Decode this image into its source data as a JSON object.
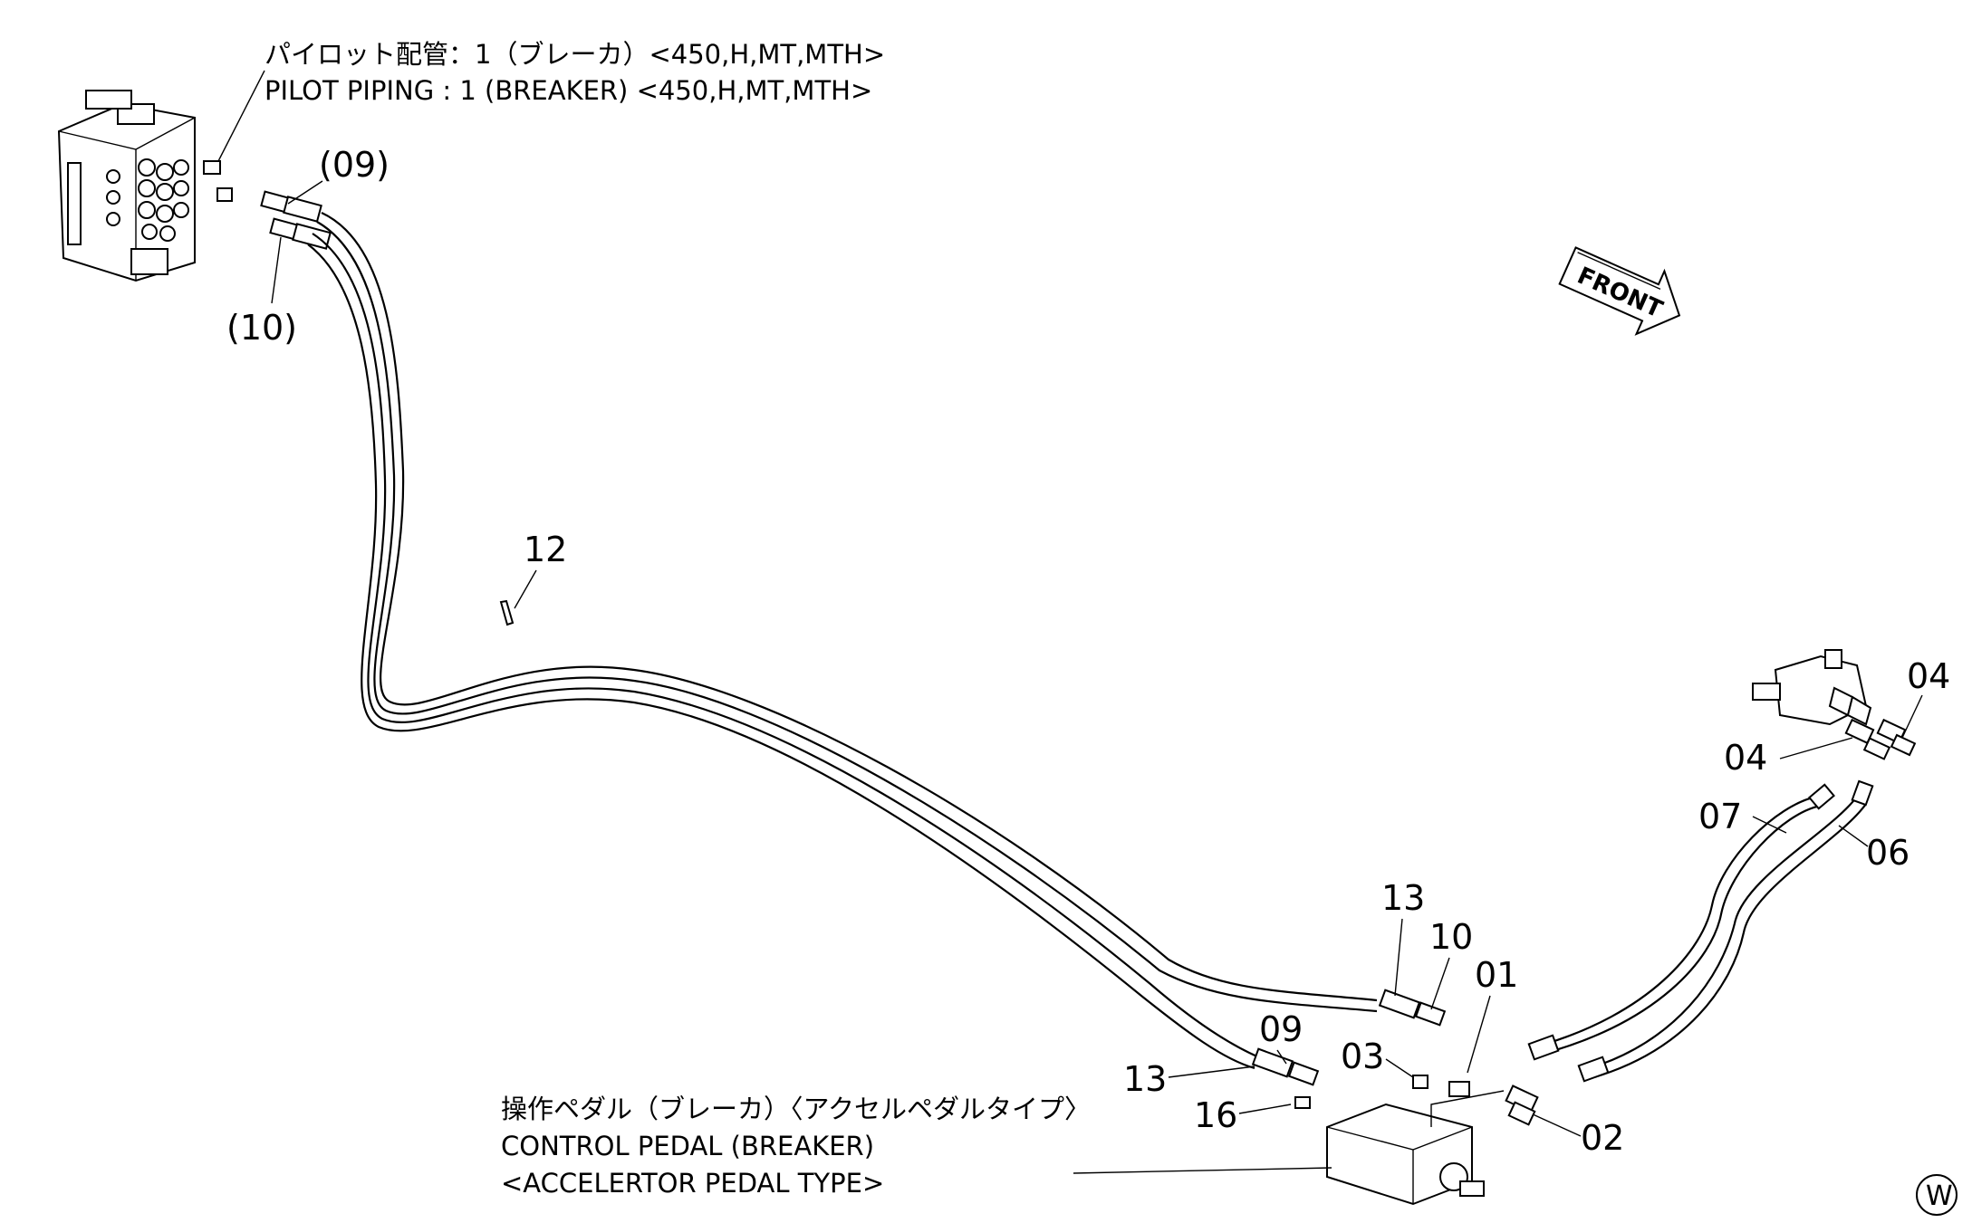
{
  "header": {
    "title_jp": "パイロット配管：1（ブレーカ）<450,H,MT,MTH>",
    "title_en": "PILOT PIPING : 1 (BREAKER) <450,H,MT,MTH>"
  },
  "footer": {
    "pedal_jp": "操作ペダル（ブレーカ）〈アクセルペダルタイプ〉",
    "pedal_en1": "CONTROL PEDAL (BREAKER)",
    "pedal_en2": "<ACCELERTOR PEDAL TYPE>"
  },
  "front_label": "FRONT",
  "corner_mark": "W",
  "callouts": {
    "p09_paren": "(09)",
    "p10_paren": "(10)",
    "p12": "12",
    "p13_a": "13",
    "p10": "10",
    "p01": "01",
    "p09": "09",
    "p03": "03",
    "p13_b": "13",
    "p16": "16",
    "p02": "02",
    "p04_a": "04",
    "p04_b": "04",
    "p07": "07",
    "p06": "06"
  }
}
